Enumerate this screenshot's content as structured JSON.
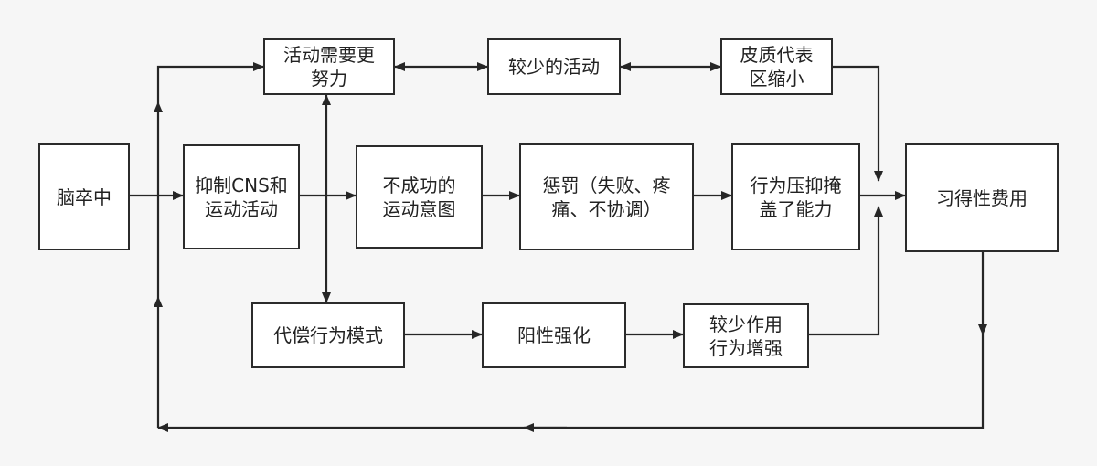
{
  "diagram": {
    "nodes": {
      "stroke": "脑卒中",
      "inhibit_cns": [
        "抑制CNS和",
        "运动活动"
      ],
      "more_effort": [
        "活动需要更",
        "努力"
      ],
      "less_activity": [
        "较少的活动"
      ],
      "cortex_shrink": [
        "皮质代表",
        "区缩小"
      ],
      "failed_intent": [
        "不成功的",
        "运动意图"
      ],
      "punishment": [
        "惩罚（失败、疼",
        "痛、不协调）"
      ],
      "suppression": [
        "行为压抑掩",
        "盖了能力"
      ],
      "learned_nonuse": "习得性费用",
      "compensation": "代偿行为模式",
      "positive_reinforcement": "阳性强化",
      "less_effect": [
        "较少作用",
        "行为增强"
      ]
    },
    "colors": {
      "line": "#262626",
      "box_border": "#2b2b2b",
      "box_fill": "#ffffff",
      "background": "#f6f6f6"
    }
  }
}
